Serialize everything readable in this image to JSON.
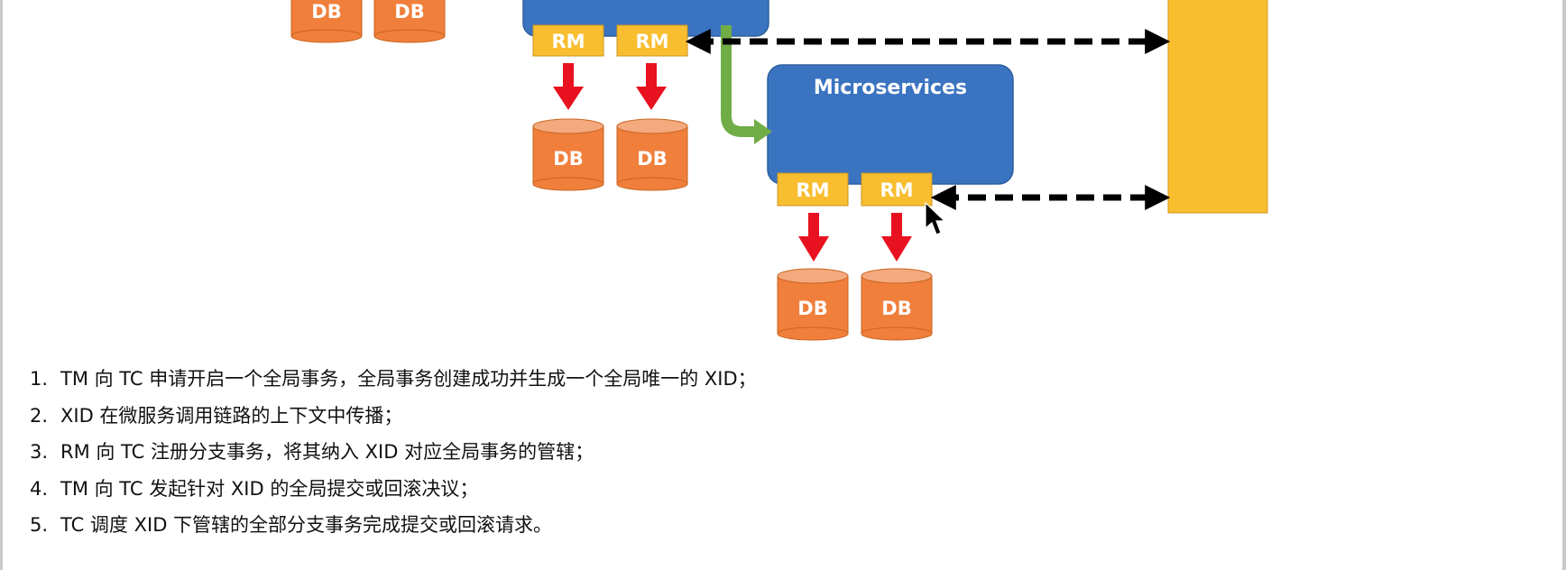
{
  "diagram": {
    "microservice_label": "Microservices",
    "rm_label": "RM",
    "db_label": "DB"
  },
  "steps": [
    {
      "num": "1.",
      "text": "TM 向 TC 申请开启一个全局事务，全局事务创建成功并生成一个全局唯一的 XID；"
    },
    {
      "num": "2.",
      "text": "XID 在微服务调用链路的上下文中传播；"
    },
    {
      "num": "3.",
      "text": "RM 向 TC 注册分支事务，将其纳入 XID 对应全局事务的管辖；"
    },
    {
      "num": "4.",
      "text": "TM 向 TC 发起针对 XID 的全局提交或回滚决议；"
    },
    {
      "num": "5.",
      "text": "TC 调度 XID 下管辖的全部分支事务完成提交或回滚请求。"
    }
  ],
  "colors": {
    "microservice": "#3a73c0",
    "rm": "#f8be30",
    "db": "#f07f3c",
    "tc": "#f8be30",
    "down_arrow": "#e8111f",
    "call_arrow": "#70ad47",
    "rpc_arrow": "#000000"
  }
}
